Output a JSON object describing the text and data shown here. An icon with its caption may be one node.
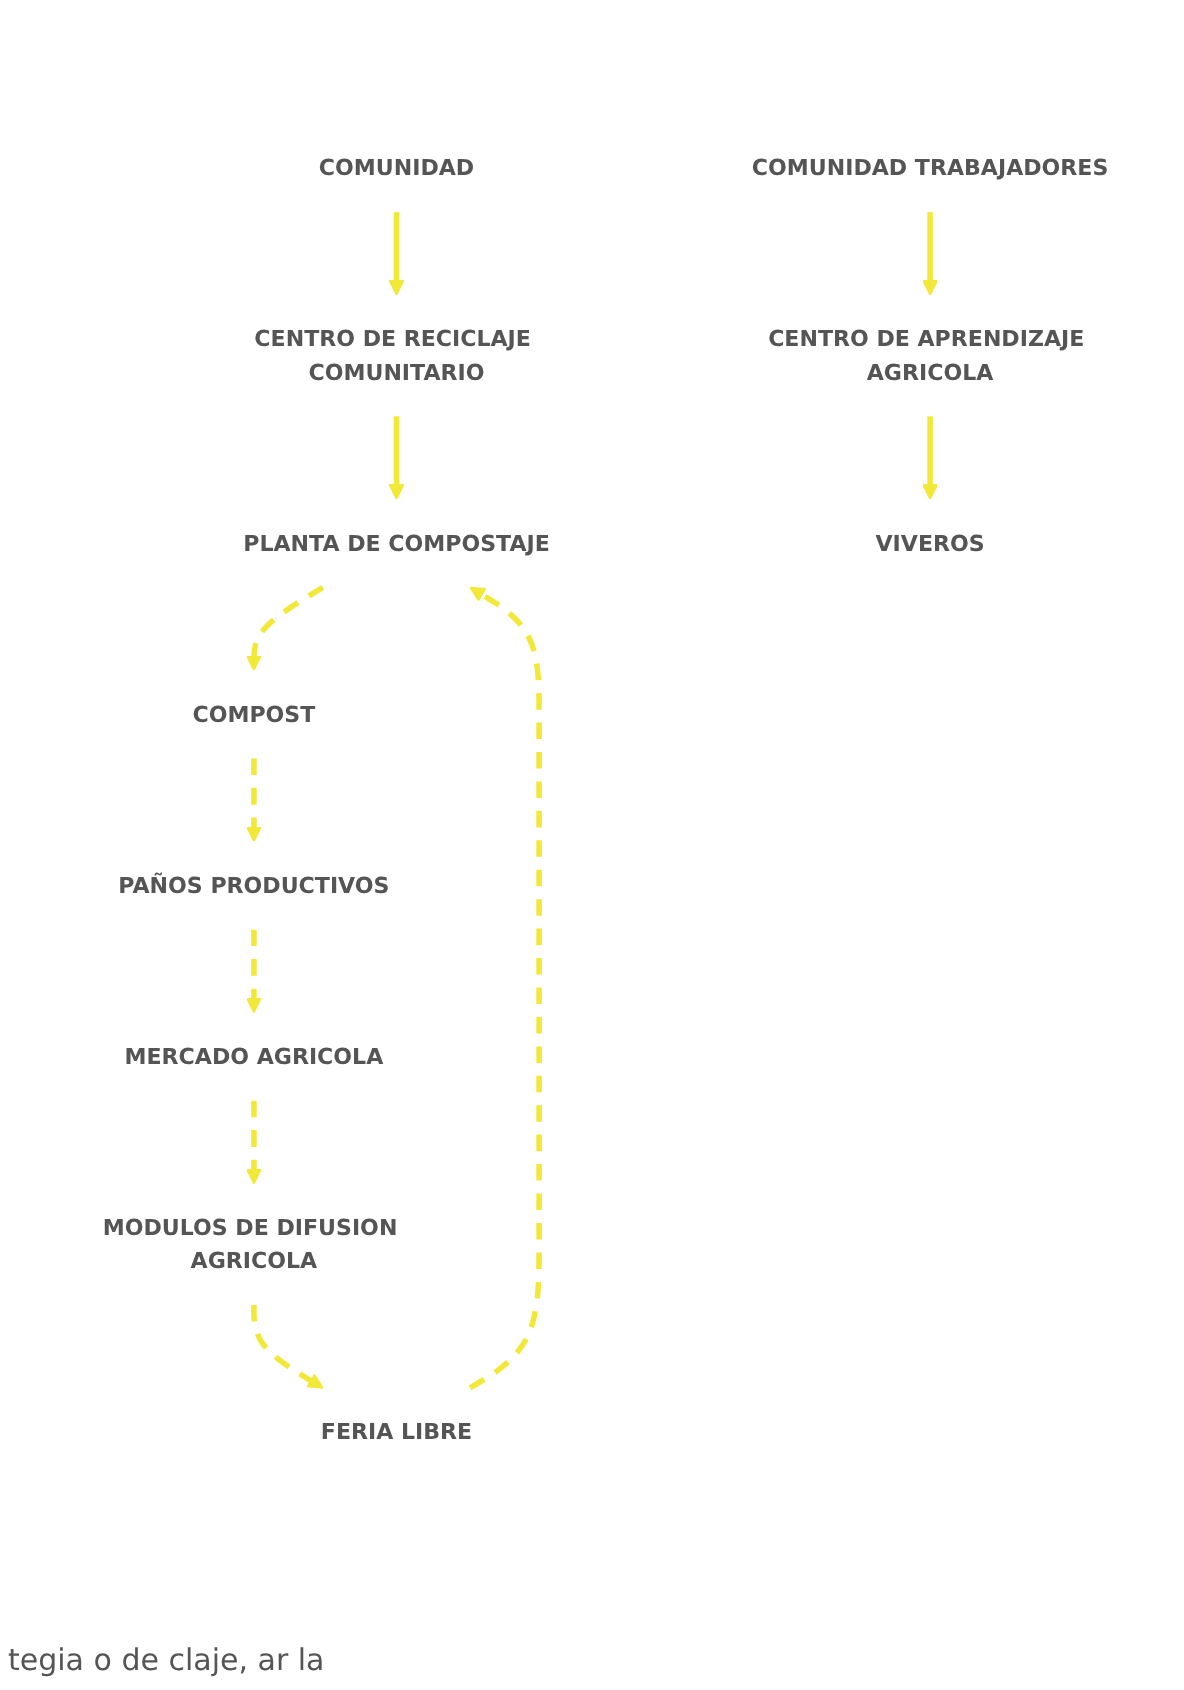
{
  "diagram": {
    "nodes": [
      {
        "text": [
          "COMUNIDAD"
        ]
      },
      {
        "text": [
          "CENTRO DE RECICLAJE COMUNITARIO"
        ]
      },
      {
        "text": [
          "PLANTA DE COMPOSTAJE"
        ]
      },
      {
        "text": [
          "COMPOST"
        ]
      },
      {
        "text": [
          "PAÑOS PRODUCTIVOS"
        ]
      },
      {
        "text": [
          "MERCADO AGRICOLA"
        ]
      },
      {
        "text": [
          "MODULOS DE DIFUSION AGRICOLA"
        ]
      },
      {
        "text": [
          "FERIA LIBRE"
        ]
      },
      {
        "text": [
          "VIVEROS"
        ]
      },
      {
        "text": [
          "CENTRO DE APRENDIZAJE AGRICOLA"
        ]
      },
      {
        "text": [
          "COMUNIDAD TRABAJADORES"
        ]
      }
    ],
    "edges": [
      {
        "from": 0,
        "to": 1,
        "arrow": "to"
      },
      {
        "from": 1,
        "to": 2,
        "arrow": "to"
      },
      {
        "from": 2,
        "to": 3,
        "arrow": "to",
        "style": "dashed"
      },
      {
        "from": 3,
        "to": 4,
        "arrow": "to",
        "style": "dashed"
      },
      {
        "from": 4,
        "to": 5,
        "arrow": "to",
        "style": "dashed"
      },
      {
        "from": 5,
        "to": 6,
        "arrow": "to",
        "style": "dashed"
      },
      {
        "from": 6,
        "to": 7,
        "arrow": "to",
        "style": "dashed"
      },
      {
        "from": 7,
        "to": 2,
        "arrow": "to",
        "style": "dashed"
      },
      {
        "from": 10,
        "to": 9,
        "arrow": "to"
      },
      {
        "from": 9,
        "to": 8,
        "arrow": "to"
      }
    ],
    "labels": [
      "tegia o de claje, ar la"
    ]
  }
}
